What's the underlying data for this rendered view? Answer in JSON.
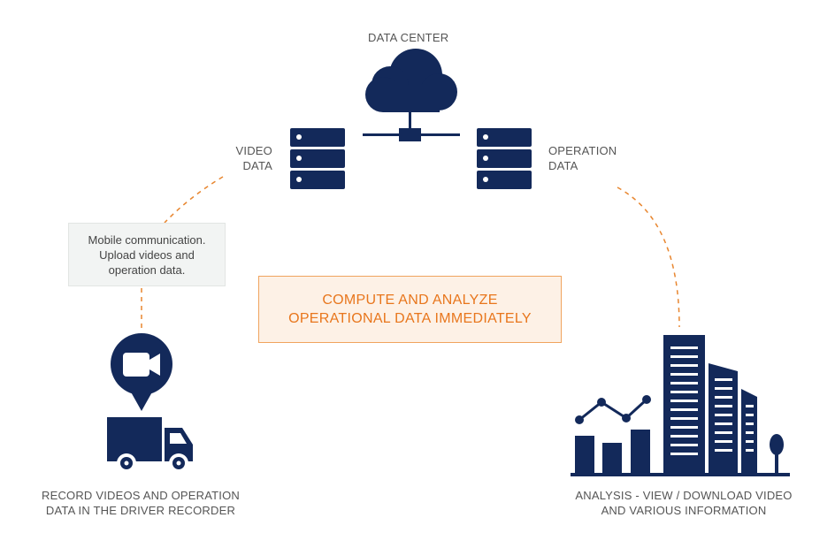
{
  "data_center_label": "DATA CENTER",
  "video_data_label": [
    "VIDEO",
    "DATA"
  ],
  "operation_data_label": [
    "OPERATION",
    "DATA"
  ],
  "note_lines": [
    "Mobile communication.",
    "Upload videos and",
    "operation data."
  ],
  "center_box_lines": [
    "COMPUTE AND ANALYZE",
    "OPERATIONAL DATA IMMEDIATELY"
  ],
  "left_caption": [
    "RECORD VIDEOS AND OPERATION",
    "DATA IN THE DRIVER RECORDER"
  ],
  "right_caption": [
    "ANALYSIS - VIEW / DOWNLOAD VIDEO",
    "AND VARIOUS INFORMATION"
  ],
  "icons": [
    "cloud-icon",
    "server-icon",
    "video-camera-pin-icon",
    "truck-icon",
    "analytics-city-icon"
  ],
  "colors": {
    "navy": "#13295a",
    "orange": "#e8761c",
    "dashed": "#e8862f"
  }
}
